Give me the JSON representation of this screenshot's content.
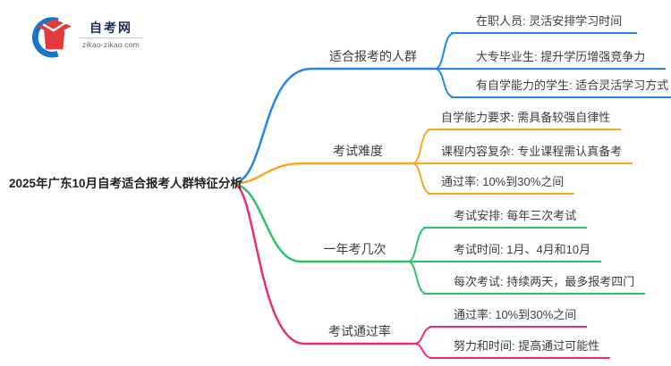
{
  "logo": {
    "site_name": "自考网",
    "site_url": "zikao-zikao.com",
    "icon_blue": "#1877c5",
    "icon_red": "#e23b3b"
  },
  "center": {
    "title": "2025年广东10月自考适合报考人群特征分析"
  },
  "branches": [
    {
      "label": "适合报考的人群",
      "color": "#2388e7",
      "children": [
        "在职人员: 灵活安排学习时间",
        "大专毕业生: 提升学历增强竞争力",
        "有自学能力的学生: 适合灵活学习方式"
      ]
    },
    {
      "label": "考试难度",
      "color": "#f7a823",
      "children": [
        "自学能力要求: 需具备较强自律性",
        "课程内容复杂: 专业课程需认真备考",
        "通过率: 10%到30%之间"
      ]
    },
    {
      "label": "一年考几次",
      "color": "#2cc36d",
      "children": [
        "考试安排: 每年三次考试",
        "考试时间: 1月、4月和10月",
        "每次考试: 持续两天，最多报考四门"
      ]
    },
    {
      "label": "考试通过率",
      "color": "#ee2a7b",
      "children": [
        "通过率: 10%到30%之间",
        "努力和时间: 提高通过可能性"
      ]
    }
  ]
}
